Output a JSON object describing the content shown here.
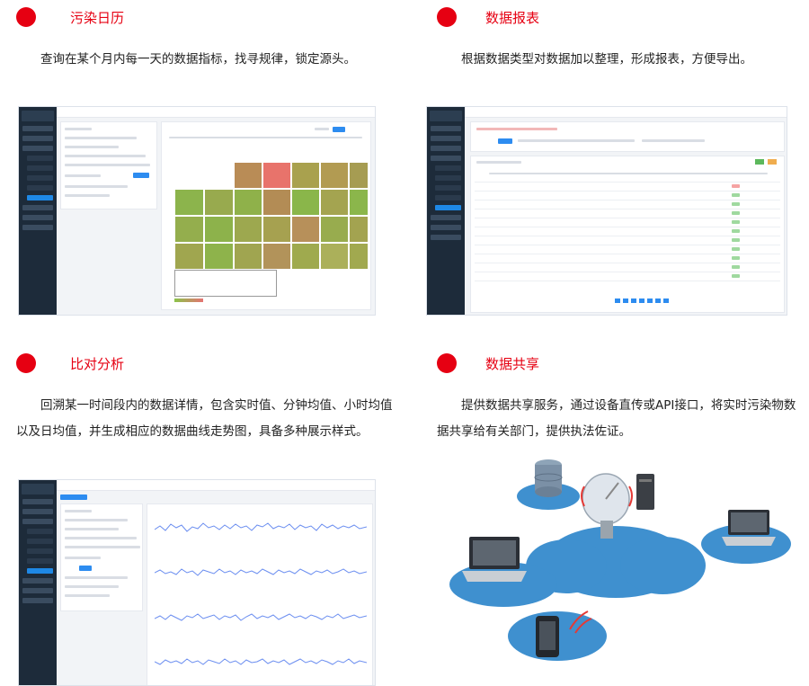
{
  "features": [
    {
      "title": "污染日历",
      "desc": "查询在某个月内每一天的数据指标，找寻规律，锁定源头。"
    },
    {
      "title": "数据报表",
      "desc": "根据数据类型对数据加以整理，形成报表，方便导出。"
    },
    {
      "title": "比对分析",
      "desc": "回溯某一时间段内的数据详情，包含实时值、分钟均值、小时均值以及日均值，并生成相应的数据曲线走势图，具备多种展示样式。"
    },
    {
      "title": "数据共享",
      "desc": "提供数据共享服务，通过设备直传或API接口，将实时污染物数据共享给有关部门，提供执法佐证。"
    }
  ],
  "colors": {
    "accent": "#e60012",
    "sidebar": "#1d2b3a",
    "primary": "#2d8cf0"
  },
  "icons": {
    "bullet": "red-dot-icon"
  }
}
